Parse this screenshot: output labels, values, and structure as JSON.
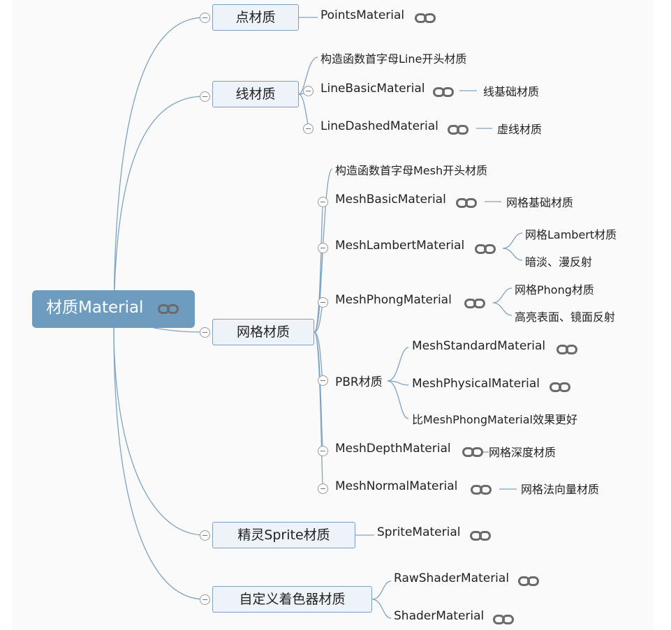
{
  "root": {
    "label": "材质Material",
    "icon": "link-icon"
  },
  "branches": {
    "points": {
      "label": "点材质",
      "leaf": "PointsMaterial"
    },
    "line": {
      "label": "线材质",
      "note": "构造函数首字母Line开头材质",
      "basic": "LineBasicMaterial",
      "basic_desc": "线基础材质",
      "dashed": "LineDashedMaterial",
      "dashed_desc": "虚线材质"
    },
    "mesh": {
      "label": "网格材质",
      "note": "构造函数首字母Mesh开头材质",
      "basic": "MeshBasicMaterial",
      "basic_desc": "网格基础材质",
      "lambert": "MeshLambertMaterial",
      "lambert_desc1": "网格Lambert材质",
      "lambert_desc2": "暗淡、漫反射",
      "phong": "MeshPhongMaterial",
      "phong_desc1": "网格Phong材质",
      "phong_desc2": "高亮表面、镜面反射",
      "pbr": "PBR材质",
      "standard": "MeshStandardMaterial",
      "physical": "MeshPhysicalMaterial",
      "pbr_note": "比MeshPhongMaterial效果更好",
      "depth": "MeshDepthMaterial",
      "depth_desc": "网格深度材质",
      "normal": "MeshNormalMaterial",
      "normal_desc": "网格法向量材质"
    },
    "sprite": {
      "label": "精灵Sprite材质",
      "leaf": "SpriteMaterial"
    },
    "shader": {
      "label": "自定义着色器材质",
      "raw": "RawShaderMaterial",
      "shader": "ShaderMaterial"
    }
  },
  "colors": {
    "connector": "#7ea3c2",
    "root_fill": "#6e9cbf",
    "box_fill": "#eef3f9",
    "link": "#6a6a6a"
  }
}
